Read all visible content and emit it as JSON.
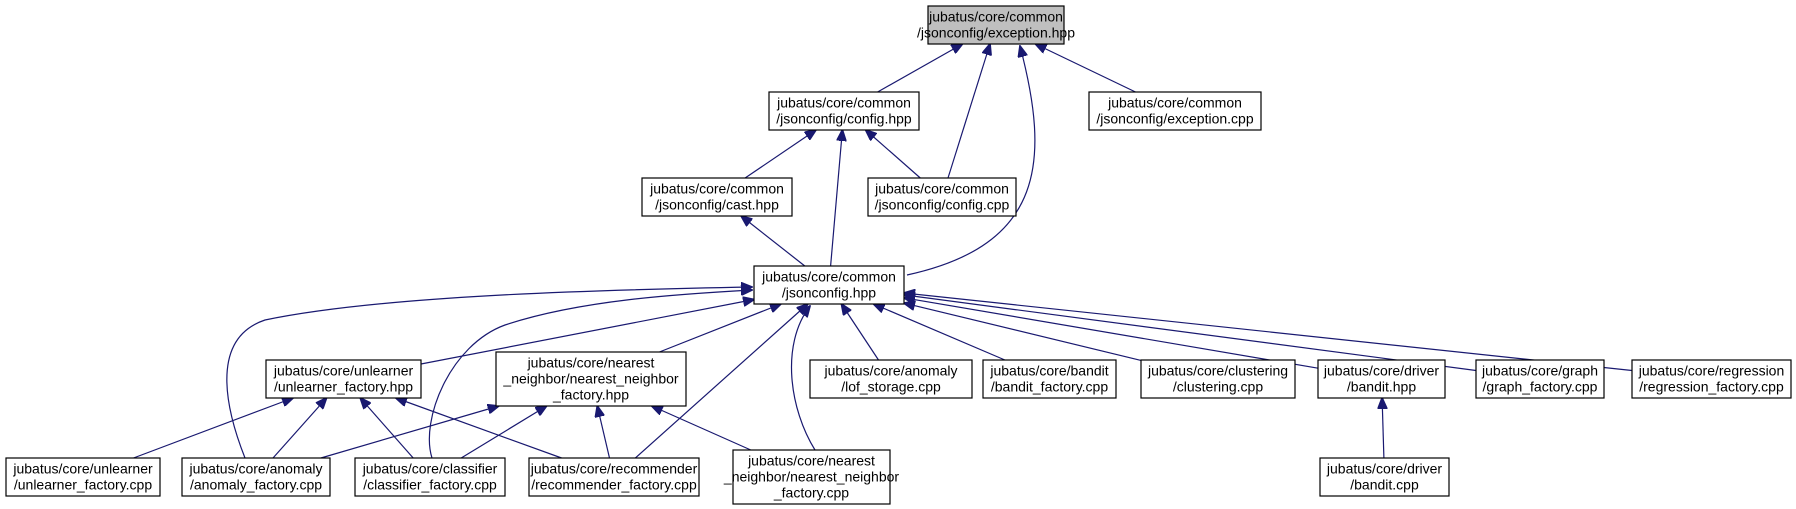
{
  "nodes": [
    {
      "id": "exception_hpp",
      "lines": [
        "jubatus/core/common",
        "/jsonconfig/exception.hpp"
      ],
      "root": true
    },
    {
      "id": "config_hpp",
      "lines": [
        "jubatus/core/common",
        "/jsonconfig/config.hpp"
      ]
    },
    {
      "id": "exception_cpp",
      "lines": [
        "jubatus/core/common",
        "/jsonconfig/exception.cpp"
      ]
    },
    {
      "id": "cast_hpp",
      "lines": [
        "jubatus/core/common",
        "/jsonconfig/cast.hpp"
      ]
    },
    {
      "id": "config_cpp",
      "lines": [
        "jubatus/core/common",
        "/jsonconfig/config.cpp"
      ]
    },
    {
      "id": "jsonconfig_hpp",
      "lines": [
        "jubatus/core/common",
        "/jsonconfig.hpp"
      ]
    },
    {
      "id": "unlearner_factory_hpp",
      "lines": [
        "jubatus/core/unlearner",
        "/unlearner_factory.hpp"
      ]
    },
    {
      "id": "nn_factory_hpp",
      "lines": [
        "jubatus/core/nearest",
        "_neighbor/nearest_neighbor",
        "_factory.hpp"
      ]
    },
    {
      "id": "lof_storage_cpp",
      "lines": [
        "jubatus/core/anomaly",
        "/lof_storage.cpp"
      ]
    },
    {
      "id": "bandit_factory_cpp",
      "lines": [
        "jubatus/core/bandit",
        "/bandit_factory.cpp"
      ]
    },
    {
      "id": "clustering_cpp",
      "lines": [
        "jubatus/core/clustering",
        "/clustering.cpp"
      ]
    },
    {
      "id": "driver_bandit_hpp",
      "lines": [
        "jubatus/core/driver",
        "/bandit.hpp"
      ]
    },
    {
      "id": "graph_factory_cpp",
      "lines": [
        "jubatus/core/graph",
        "/graph_factory.cpp"
      ]
    },
    {
      "id": "regression_factory_cpp",
      "lines": [
        "jubatus/core/regression",
        "/regression_factory.cpp"
      ]
    },
    {
      "id": "unlearner_factory_cpp",
      "lines": [
        "jubatus/core/unlearner",
        "/unlearner_factory.cpp"
      ]
    },
    {
      "id": "anomaly_factory_cpp",
      "lines": [
        "jubatus/core/anomaly",
        "/anomaly_factory.cpp"
      ]
    },
    {
      "id": "classifier_factory_cpp",
      "lines": [
        "jubatus/core/classifier",
        "/classifier_factory.cpp"
      ]
    },
    {
      "id": "recommender_factory_cpp",
      "lines": [
        "jubatus/core/recommender",
        "/recommender_factory.cpp"
      ]
    },
    {
      "id": "nn_factory_cpp",
      "lines": [
        "jubatus/core/nearest",
        "_neighbor/nearest_neighbor",
        "_factory.cpp"
      ]
    },
    {
      "id": "driver_bandit_cpp",
      "lines": [
        "jubatus/core/driver",
        "/bandit.cpp"
      ]
    }
  ],
  "edges": [
    {
      "from": "config_hpp",
      "to": "exception_hpp"
    },
    {
      "from": "config_cpp",
      "to": "exception_hpp"
    },
    {
      "from": "jsonconfig_hpp",
      "to": "exception_hpp"
    },
    {
      "from": "exception_cpp",
      "to": "exception_hpp"
    },
    {
      "from": "cast_hpp",
      "to": "config_hpp"
    },
    {
      "from": "jsonconfig_hpp",
      "to": "config_hpp"
    },
    {
      "from": "config_cpp",
      "to": "config_hpp"
    },
    {
      "from": "jsonconfig_hpp",
      "to": "cast_hpp"
    },
    {
      "from": "anomaly_factory_cpp",
      "to": "jsonconfig_hpp"
    },
    {
      "from": "classifier_factory_cpp",
      "to": "jsonconfig_hpp"
    },
    {
      "from": "unlearner_factory_hpp",
      "to": "jsonconfig_hpp"
    },
    {
      "from": "nn_factory_hpp",
      "to": "jsonconfig_hpp"
    },
    {
      "from": "recommender_factory_cpp",
      "to": "jsonconfig_hpp"
    },
    {
      "from": "nn_factory_cpp",
      "to": "jsonconfig_hpp"
    },
    {
      "from": "lof_storage_cpp",
      "to": "jsonconfig_hpp"
    },
    {
      "from": "bandit_factory_cpp",
      "to": "jsonconfig_hpp"
    },
    {
      "from": "clustering_cpp",
      "to": "jsonconfig_hpp"
    },
    {
      "from": "driver_bandit_hpp",
      "to": "jsonconfig_hpp"
    },
    {
      "from": "graph_factory_cpp",
      "to": "jsonconfig_hpp"
    },
    {
      "from": "regression_factory_cpp",
      "to": "jsonconfig_hpp"
    },
    {
      "from": "unlearner_factory_cpp",
      "to": "unlearner_factory_hpp"
    },
    {
      "from": "anomaly_factory_cpp",
      "to": "unlearner_factory_hpp"
    },
    {
      "from": "classifier_factory_cpp",
      "to": "unlearner_factory_hpp"
    },
    {
      "from": "recommender_factory_cpp",
      "to": "unlearner_factory_hpp"
    },
    {
      "from": "anomaly_factory_cpp",
      "to": "nn_factory_hpp"
    },
    {
      "from": "classifier_factory_cpp",
      "to": "nn_factory_hpp"
    },
    {
      "from": "recommender_factory_cpp",
      "to": "nn_factory_hpp"
    },
    {
      "from": "nn_factory_cpp",
      "to": "nn_factory_hpp"
    },
    {
      "from": "driver_bandit_cpp",
      "to": "driver_bandit_hpp"
    }
  ]
}
